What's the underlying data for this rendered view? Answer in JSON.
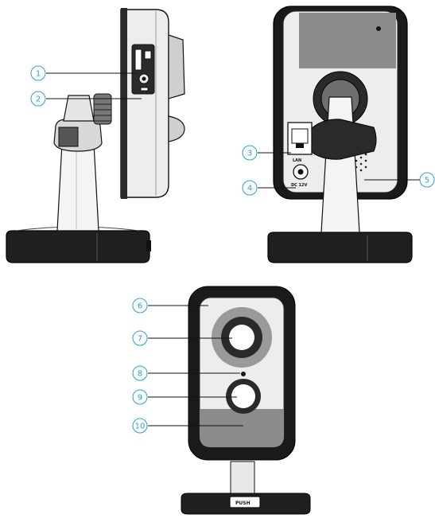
{
  "colors": {
    "accent": "#2a9fd6",
    "body_dark": "#1a1a1a",
    "body_grey": "#8c8c8c",
    "line": "#111111"
  },
  "callouts": [
    {
      "number": "1",
      "target": "sd-card-slot"
    },
    {
      "number": "2",
      "target": "reset-button"
    },
    {
      "number": "3",
      "target": "lan-port"
    },
    {
      "number": "4",
      "target": "dc-power-port"
    },
    {
      "number": "5",
      "target": "speaker"
    },
    {
      "number": "6",
      "target": "microphone"
    },
    {
      "number": "7",
      "target": "lens"
    },
    {
      "number": "8",
      "target": "status-led"
    },
    {
      "number": "9",
      "target": "pir-sensor"
    },
    {
      "number": "10",
      "target": "front-panel"
    }
  ],
  "labels": {
    "lan": "LAN",
    "dc": "DC 12V",
    "push": "PUSH"
  }
}
